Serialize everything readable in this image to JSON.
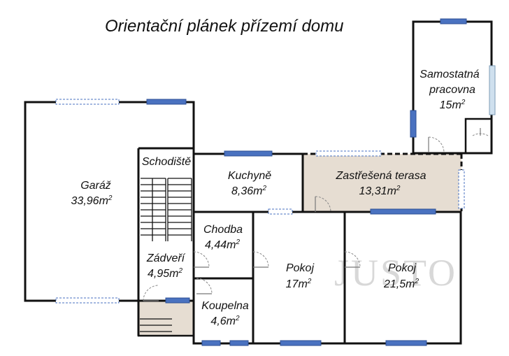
{
  "title": "Orientační plánek přízemí domu",
  "watermark": "JUSTO",
  "colors": {
    "walls": "#111111",
    "windows": "#4a72c0",
    "terrace_fill": "#e6ddd2",
    "background": "#ffffff"
  },
  "rooms": [
    {
      "name": "Garáž",
      "area_value": "33,96m",
      "area_sup": "2"
    },
    {
      "name": "Schodiště",
      "area_value": "",
      "area_sup": ""
    },
    {
      "name": "Kuchyně",
      "area_value": "8,36m",
      "area_sup": "2"
    },
    {
      "name": "Zastřešená terasa",
      "area_value": "13,31m",
      "area_sup": "2"
    },
    {
      "name": "Samostatná",
      "name2": "pracovna",
      "area_value": "15m",
      "area_sup": "2"
    },
    {
      "name": "Chodba",
      "area_value": "4,44m",
      "area_sup": "2"
    },
    {
      "name": "Zádveří",
      "area_value": "4,95m",
      "area_sup": "2"
    },
    {
      "name": "Koupelna",
      "area_value": "4,6m",
      "area_sup": "2"
    },
    {
      "name": "Pokoj",
      "area_value": "17m",
      "area_sup": "2"
    },
    {
      "name": "Pokoj",
      "area_value": "21,5m",
      "area_sup": "2"
    }
  ]
}
